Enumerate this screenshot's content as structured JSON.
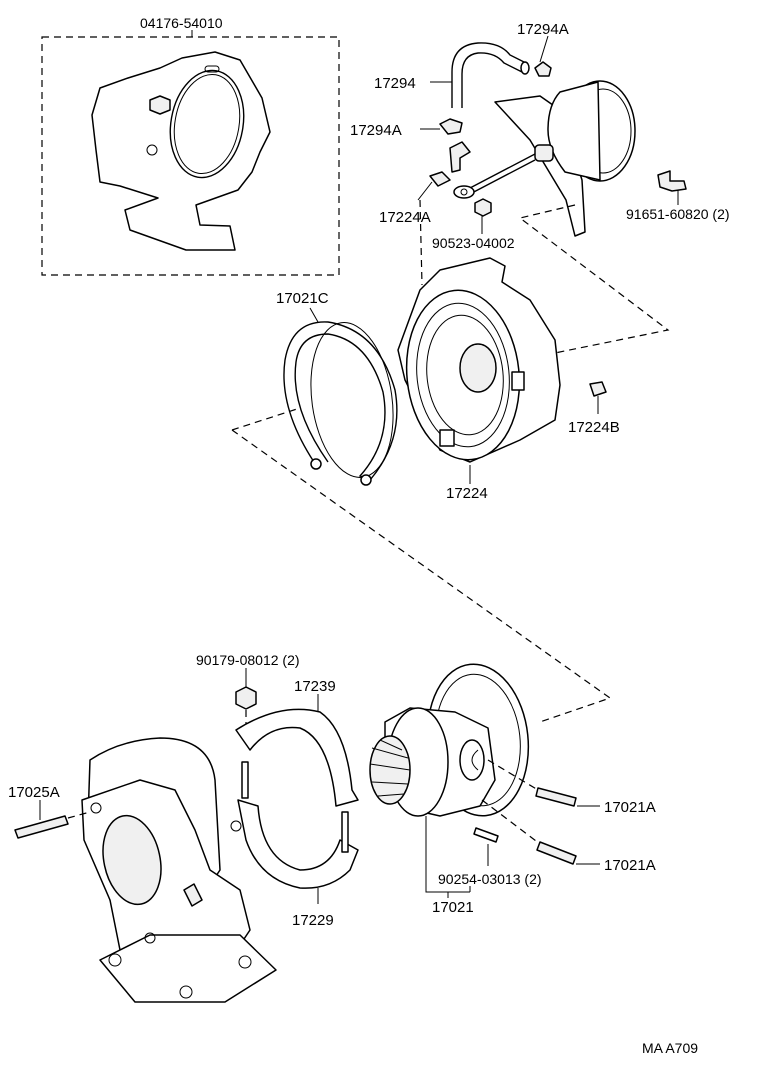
{
  "labels": {
    "gasket_kit": "04176-54010",
    "hose_clip_top": "17294A",
    "hose": "17294",
    "hose_clip_mid": "17294A",
    "union": "17224A",
    "nut": "90523-04002",
    "bolt": "91651-60820 (2)",
    "snap_ring": "17021C",
    "stud_small": "17224B",
    "compressor_housing": "17224",
    "nut_2": "90179-08012 (2)",
    "clamp_upper": "17239",
    "stud_left": "17025A",
    "stud_right_upper": "17021A",
    "stud_right_lower": "17021A",
    "pin": "90254-03013 (2)",
    "cartridge": "17021",
    "clamp_lower": "17229",
    "figure_code": "MA A709"
  }
}
